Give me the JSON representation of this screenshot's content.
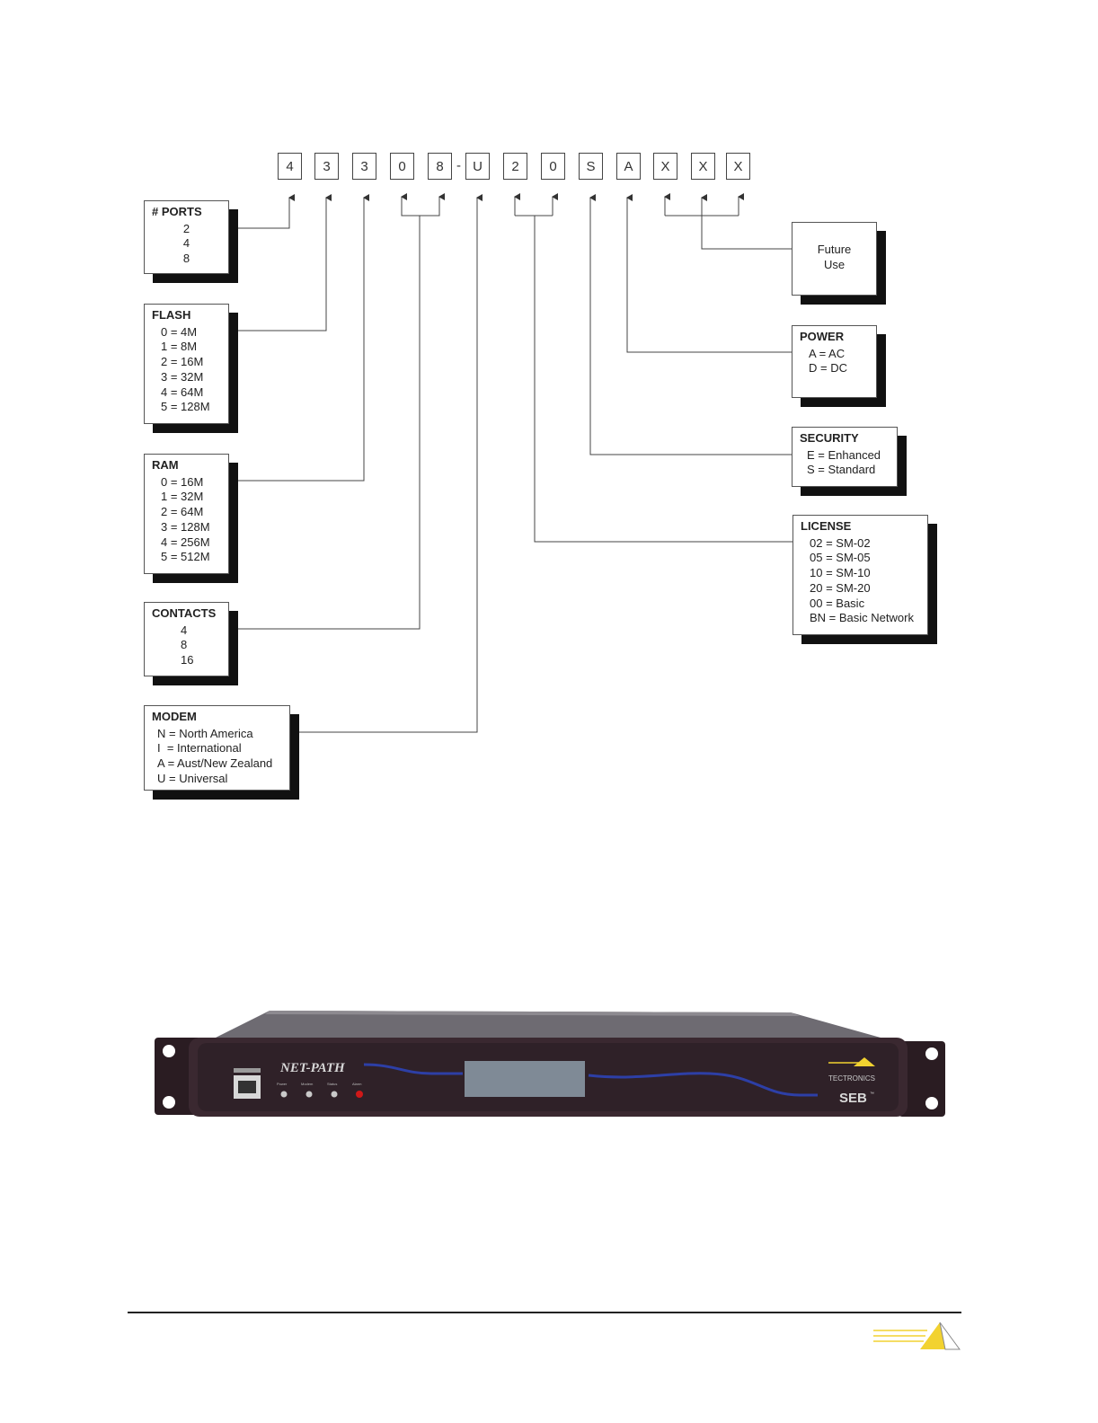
{
  "part_number": {
    "boxes": [
      "4",
      "3",
      "3",
      "0",
      "8",
      "U",
      "2",
      "0",
      "S",
      "A",
      "X",
      "X",
      "X"
    ],
    "separator": "-"
  },
  "option_boxes": {
    "ports": {
      "title": "# PORTS",
      "items": [
        "2",
        "4",
        "8"
      ]
    },
    "flash": {
      "title": "FLASH",
      "items": [
        "0 = 4M",
        "1 = 8M",
        "2 = 16M",
        "3 = 32M",
        "4 = 64M",
        "5 = 128M"
      ]
    },
    "ram": {
      "title": "RAM",
      "items": [
        "0 = 16M",
        "1 = 32M",
        "2 = 64M",
        "3 = 128M",
        "4 = 256M",
        "5 = 512M"
      ]
    },
    "contacts": {
      "title": "CONTACTS",
      "items": [
        "4",
        "8",
        "16"
      ]
    },
    "modem": {
      "title": "MODEM",
      "items": [
        "N = North America",
        "I  = International",
        "A = Aust/New Zealand",
        "U = Universal"
      ]
    },
    "future": {
      "items": [
        "Future",
        "Use"
      ]
    },
    "power": {
      "title": "POWER",
      "items": [
        "A = AC",
        "D = DC"
      ]
    },
    "security": {
      "title": "SECURITY",
      "items": [
        "E = Enhanced",
        "S = Standard"
      ]
    },
    "license": {
      "title": "LICENSE",
      "items": [
        "02 = SM-02",
        "05 = SM-05",
        "10 = SM-10",
        "20 = SM-20",
        "00 = Basic",
        "BN = Basic Network"
      ]
    }
  },
  "device": {
    "brand": "NET-PATH",
    "maker": "TECTRONICS",
    "model": "SEB",
    "led_labels": [
      "Power",
      "Modem",
      "Status",
      "Alarm"
    ]
  },
  "colors": {
    "chassis": "#2a1c22",
    "panel": "#3a2830",
    "lcd": "#7f8a96",
    "trace": "#2d3fa6",
    "logo": "#f2d230"
  }
}
